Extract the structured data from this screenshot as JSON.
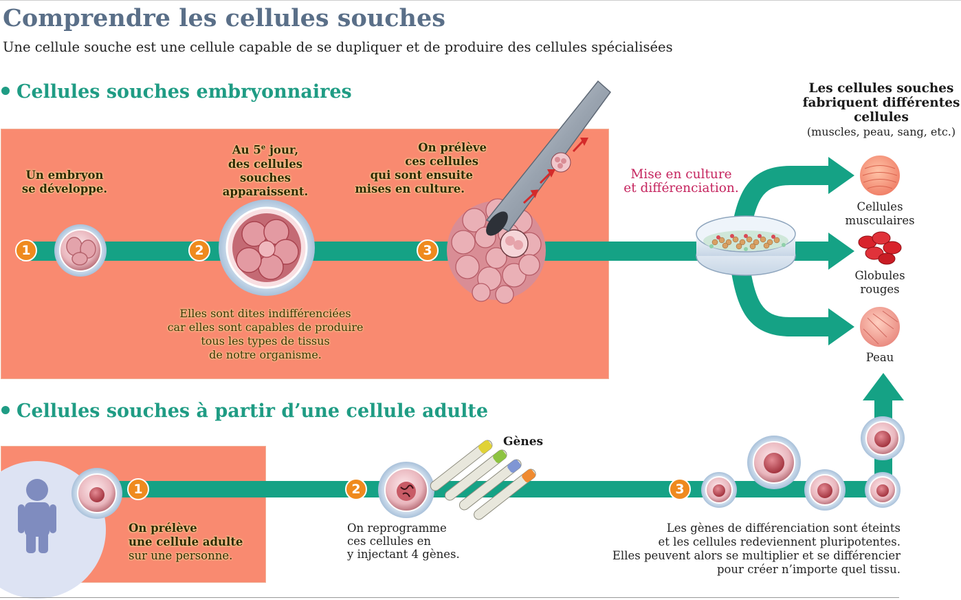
{
  "title": "Comprendre les cellules souches",
  "subtitle": "Une cellule souche est une cellule capable de se dupliquer et de produire des cellules spécialisées",
  "embryonic": {
    "heading": "Cellules souches embryonnaires",
    "step1": {
      "num": "1",
      "label_l1": "Un embryon",
      "label_l2": "se développe."
    },
    "step2": {
      "num": "2",
      "label_l1a": "Au 5",
      "label_sup": "e",
      "label_l1b": " jour,",
      "label_l2": "des cellules",
      "label_l3": "souches",
      "label_l4": "apparaissent."
    },
    "step3": {
      "num": "3",
      "label_l1": "On prélève",
      "label_l2": "ces cellules",
      "label_l3": "qui sont ensuite",
      "label_l4": "mises en culture."
    },
    "note_l1": "Elles sont dites indifférenciées",
    "note_l2": "car elles sont capables de produire",
    "note_l3": "tous les types de tissus",
    "note_l4": "de notre organisme.",
    "culture_l1": "Mise en culture",
    "culture_l2": "et différenciation."
  },
  "results": {
    "heading_l1": "Les cellules souches",
    "heading_l2": "fabriquent différentes",
    "heading_l3": "cellules",
    "heading_sub": "(muscles, peau, sang, etc.)",
    "muscle_l1": "Cellules",
    "muscle_l2": "musculaires",
    "blood_l1": "Globules",
    "blood_l2": "rouges",
    "skin": "Peau"
  },
  "adult": {
    "heading": "Cellules souches à partir d’une cellule adulte",
    "step1": {
      "num": "1",
      "label_l1": "On prélève",
      "label_l2": "une cellule adulte",
      "label_l3": "sur une personne."
    },
    "step2": {
      "num": "2",
      "label_l1": "On reprogramme",
      "label_l2": "ces cellules en",
      "label_l3": "y injectant 4 gènes."
    },
    "genes_label": "Gènes",
    "step3": {
      "num": "3",
      "label_l1": "Les gènes de différenciation sont éteints",
      "label_l2": "et les cellules redeviennent pluripotentes.",
      "label_l3": "Elles peuvent alors se multiplier et se différencier",
      "label_l4": "pour créer n’importe quel tissu."
    }
  },
  "colors": {
    "title": "#5a6f88",
    "section": "#1f9c84",
    "panel": "#f98a70",
    "track": "#15a285",
    "badge": "#ef8a1e",
    "magenta": "#c5245e"
  }
}
